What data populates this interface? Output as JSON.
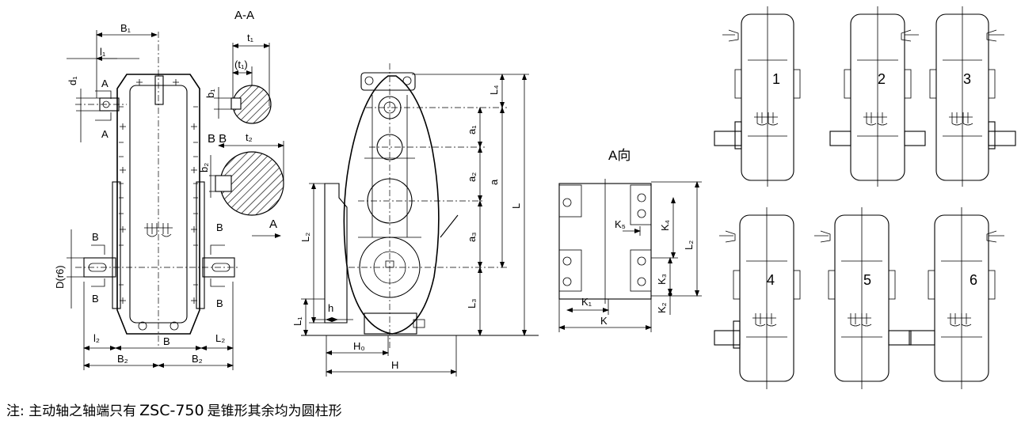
{
  "note": {
    "prefix": "注:",
    "text_before": "主动轴之轴端只有",
    "model": "ZSC-750",
    "text_after": "是锥形其余均为圆柱形"
  },
  "side_view": {
    "dims": {
      "B1": "B₁",
      "l1": "l₁",
      "d1": "d₁",
      "section_a": "A",
      "D_r6": "D(r6)",
      "section_b": "B",
      "l2": "l₂",
      "B": "B",
      "L2": "L₂",
      "B2": "B₂"
    }
  },
  "section_aa": {
    "title": "A-A",
    "t1": "t₁",
    "t1_paren": "(t₁)",
    "b1": "b₁"
  },
  "section_bb": {
    "title": "B B",
    "t2": "t₂",
    "b2": "b₂"
  },
  "front_view": {
    "arrow_label": "A",
    "dims": {
      "L4": "L₄",
      "a1": "a₁",
      "a2": "a₂",
      "a": "a",
      "a3": "a₃",
      "L": "L",
      "L2": "L₂",
      "L3": "L₃",
      "L1": "L₁",
      "h": "h",
      "H0": "H₀",
      "H": "H"
    }
  },
  "view_a": {
    "title": "A向",
    "dims": {
      "K5": "K₅",
      "K4": "K₄",
      "L2": "L₂",
      "K3": "K₃",
      "K1": "K₁",
      "K2": "K₂",
      "K": "K"
    }
  },
  "assembly_variants": [
    {
      "label": "1"
    },
    {
      "label": "2"
    },
    {
      "label": "3"
    },
    {
      "label": "4"
    },
    {
      "label": "5"
    },
    {
      "label": "6"
    }
  ]
}
